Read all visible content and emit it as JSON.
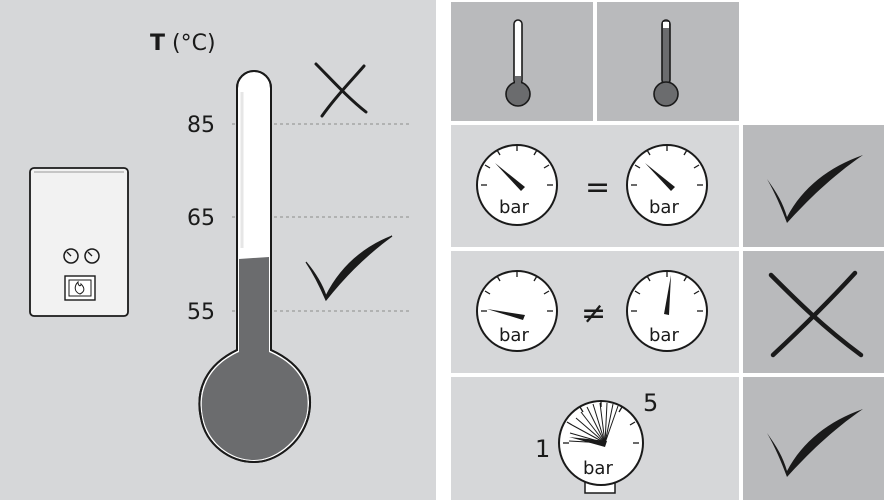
{
  "left_panel": {
    "axis_label_bold": "T",
    "axis_label_unit": " (°C)",
    "ticks": [
      "85",
      "65",
      "55"
    ]
  },
  "right_grid": {
    "row_pressure_equal": {
      "left_gauge_unit": "bar",
      "operator": "=",
      "right_gauge_unit": "bar"
    },
    "row_pressure_not_equal": {
      "left_gauge_unit": "bar",
      "operator": "≠",
      "right_gauge_unit": "bar"
    },
    "row_pressure_range": {
      "gauge_unit": "bar",
      "range_min_label": "1",
      "range_max_label": "5"
    }
  },
  "icons": {
    "thermometer_high": "cross-icon",
    "thermometer_ok": "check-icon",
    "pressure_equal": "check-icon",
    "pressure_not_equal": "cross-icon",
    "pressure_range": "check-icon",
    "boiler": "boiler-icon",
    "flame": "flame-icon"
  },
  "colors": {
    "panel_light": "#d6d7d9",
    "panel_mid": "#b9babc",
    "fill_dark": "#6b6c6e",
    "line": "#1a1a1a"
  }
}
